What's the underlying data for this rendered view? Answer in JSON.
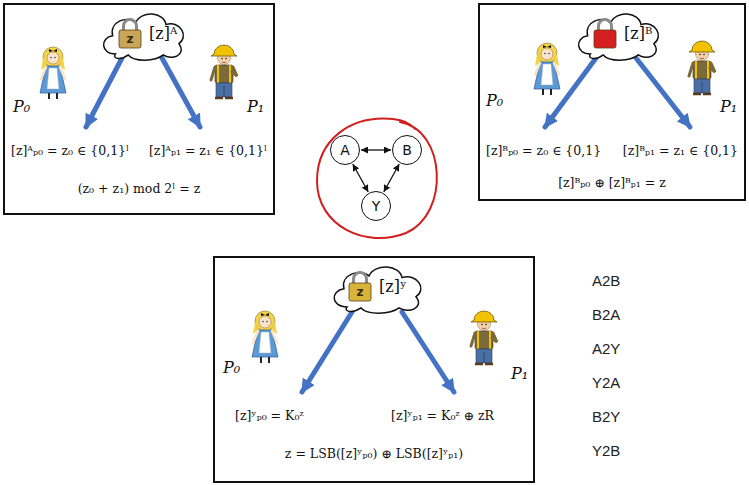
{
  "diagram": {
    "nodes": [
      {
        "text": [
          "P₀",
          "P₁",
          "[z]ᴬₚ₀ = z₀ ∈ {0,1}ˡ",
          "[z]ᴬₚ₁ = z₁ ∈ {0,1}ˡ",
          "(z₀ + z₁) mod 2ˡ = z"
        ]
      },
      {
        "text": [
          "z",
          "[z]ᴬ"
        ],
        "in": 0
      },
      {
        "text": [
          "P₀",
          "P₁",
          "[z]ᴮₚ₀ = z₀ ∈ {0,1}",
          "[z]ᴮₚ₁ = z₁ ∈ {0,1}",
          "[z]ᴮₚ₀ ⊕ [z]ᴮₚ₁ = z"
        ]
      },
      {
        "text": [
          "[z]ᴮ"
        ],
        "in": 2
      },
      {
        "text": [
          "A"
        ]
      },
      {
        "text": [
          "B"
        ]
      },
      {
        "text": [
          "Y"
        ]
      },
      {
        "text": [
          "P₀",
          "P₁",
          "[z]ʸₚ₀ = K₀ᶻ",
          "[z]ʸₚ₁ = K₀ᶻ ⊕ zR",
          "z = LSB([z]ʸₚ₀) ⊕ LSB([z]ʸₚ₁)"
        ]
      },
      {
        "text": [
          "z",
          "[z]ʸ"
        ],
        "in": 7
      }
    ],
    "edges": [
      {
        "from": 4,
        "to": 5,
        "arrow": "both"
      },
      {
        "from": 4,
        "to": 6,
        "arrow": "both"
      },
      {
        "from": 5,
        "to": 6,
        "arrow": "both"
      }
    ],
    "labels": [
      "A2B",
      "B2A",
      "A2Y",
      "Y2A",
      "B2Y",
      "Y2B"
    ]
  }
}
